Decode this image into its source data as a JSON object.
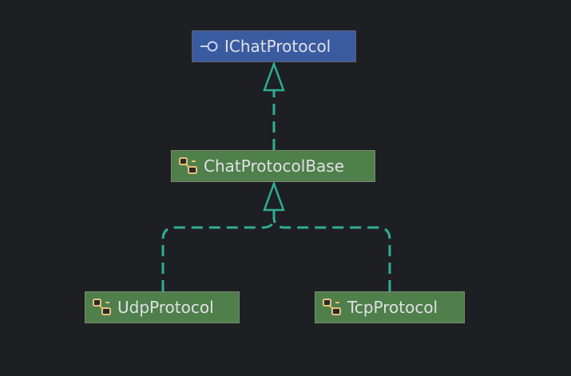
{
  "diagram": {
    "nodes": [
      {
        "id": "IChatProtocol",
        "kind": "interface",
        "label": "IChatProtocol",
        "icon": "interface-icon"
      },
      {
        "id": "ChatProtocolBase",
        "kind": "class",
        "label": "ChatProtocolBase",
        "icon": "class-icon"
      },
      {
        "id": "UdpProtocol",
        "kind": "class",
        "label": "UdpProtocol",
        "icon": "class-icon"
      },
      {
        "id": "TcpProtocol",
        "kind": "class",
        "label": "TcpProtocol",
        "icon": "class-icon"
      }
    ],
    "edges": [
      {
        "from": "ChatProtocolBase",
        "to": "IChatProtocol",
        "type": "implements"
      },
      {
        "from": "UdpProtocol",
        "to": "ChatProtocolBase",
        "type": "implements"
      },
      {
        "from": "TcpProtocol",
        "to": "ChatProtocolBase",
        "type": "implements"
      }
    ],
    "colors": {
      "background": "#1e1f22",
      "interface_fill": "#3a5ba0",
      "class_fill": "#4f7f4a",
      "edge": "#2fae94",
      "text": "#dfe1e5"
    }
  }
}
